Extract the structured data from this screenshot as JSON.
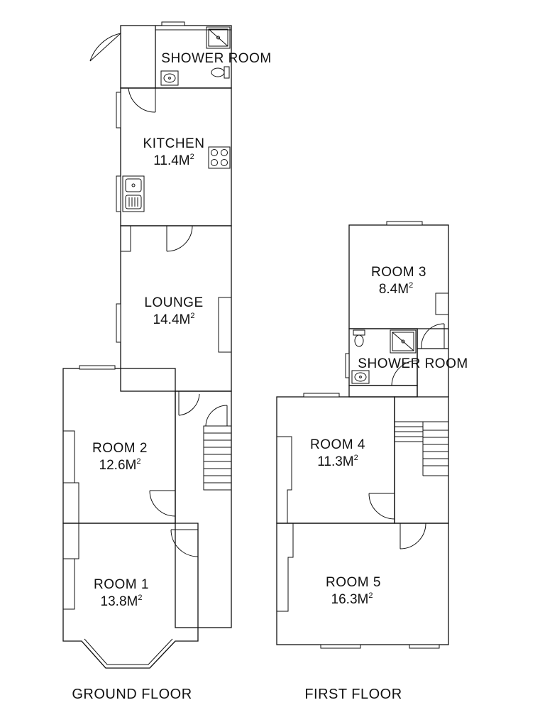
{
  "floors": {
    "ground": {
      "label": "GROUND FLOOR",
      "rooms": {
        "shower_room": {
          "name": "SHOWER ROOM"
        },
        "kitchen": {
          "name": "KITCHEN",
          "area_value": "11.4M",
          "area_unit_power": "2"
        },
        "lounge": {
          "name": "LOUNGE",
          "area_value": "14.4M",
          "area_unit_power": "2"
        },
        "room2": {
          "name": "ROOM 2",
          "area_value": "12.6M",
          "area_unit_power": "2"
        },
        "room1": {
          "name": "ROOM 1",
          "area_value": "13.8M",
          "area_unit_power": "2"
        }
      }
    },
    "first": {
      "label": "FIRST FLOOR",
      "rooms": {
        "room3": {
          "name": "ROOM 3",
          "area_value": "8.4M",
          "area_unit_power": "2"
        },
        "shower_room": {
          "name": "SHOWER ROOM"
        },
        "room4": {
          "name": "ROOM 4",
          "area_value": "11.3M",
          "area_unit_power": "2"
        },
        "room5": {
          "name": "ROOM 5",
          "area_value": "16.3M",
          "area_unit_power": "2"
        }
      }
    }
  },
  "colors": {
    "line": "#111111",
    "background": "#ffffff"
  },
  "icons": [
    "shower-icon",
    "toilet-icon",
    "basin-icon",
    "hob-icon",
    "sink-icon",
    "stairs-icon",
    "door-swing-icon",
    "window-icon",
    "bay-window-icon"
  ]
}
